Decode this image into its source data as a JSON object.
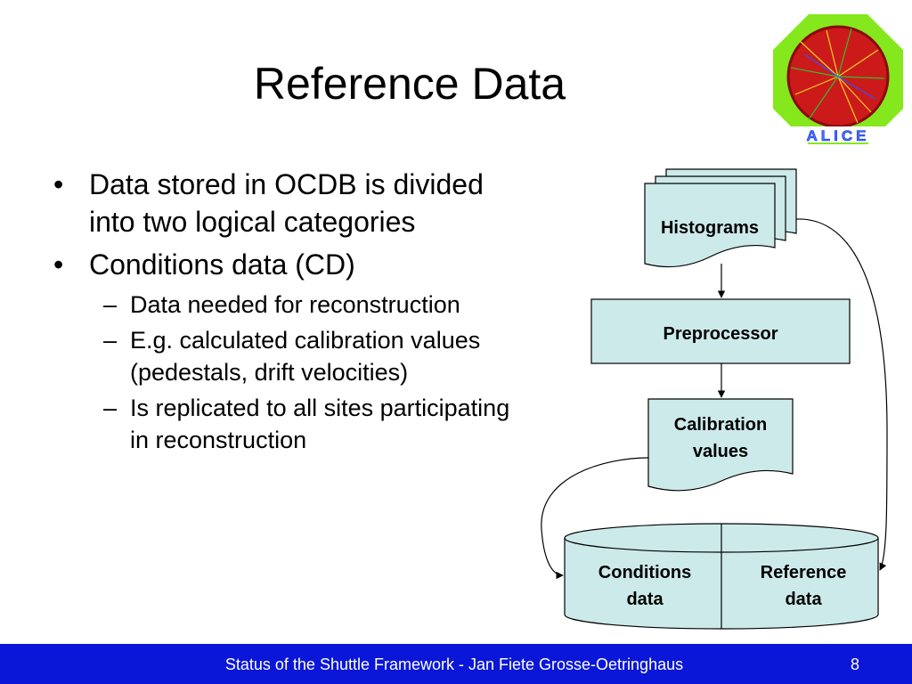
{
  "slide": {
    "title": "Reference Data",
    "bullets": [
      {
        "level": 1,
        "text": "Data stored in OCDB is divided into two logical categories"
      },
      {
        "level": 1,
        "text": "Conditions data (CD)"
      },
      {
        "level": 2,
        "text": "Data needed for reconstruction"
      },
      {
        "level": 2,
        "text": "E.g. calculated calibration values (pedestals, drift velocities)"
      },
      {
        "level": 2,
        "text": "Is replicated to all sites participating in reconstruction"
      }
    ]
  },
  "logo": {
    "label": "ALICE",
    "icon": "alice-logo-icon"
  },
  "diagram": {
    "histograms": "Histograms",
    "preprocessor": "Preprocessor",
    "calibration_line1": "Calibration",
    "calibration_line2": "values",
    "conditions_line1": "Conditions",
    "conditions_line2": "data",
    "reference_line1": "Reference",
    "reference_line2": "data"
  },
  "footer": {
    "text": "Status of the Shuttle Framework - Jan Fiete Grosse-Oetringhaus",
    "page": "8"
  },
  "colors": {
    "box_fill": "#cdeaea",
    "footer_bg": "#0a17d8",
    "logo_green": "#84e81c",
    "logo_red": "#cc1a1a"
  }
}
